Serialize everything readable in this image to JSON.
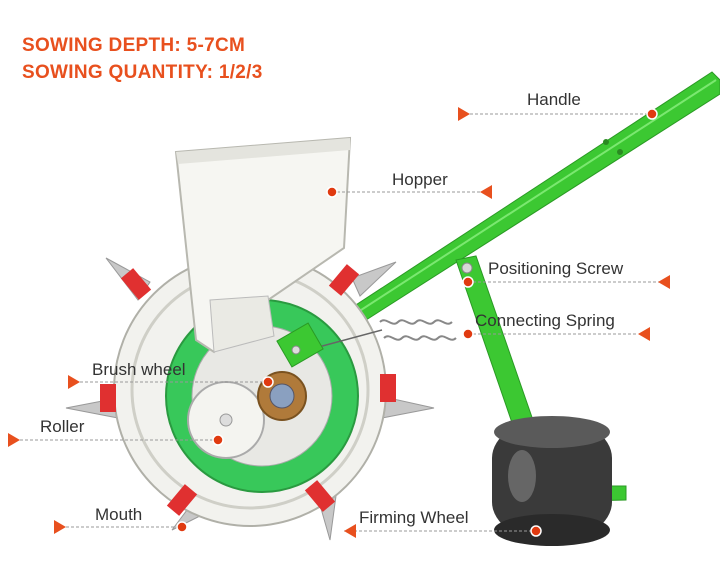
{
  "specs": {
    "sowing_depth": "SOWING DEPTH: 5-7CM",
    "sowing_quantity": "SOWING QUANTITY: 1/2/3"
  },
  "labels": {
    "handle": "Handle",
    "hopper": "Hopper",
    "positioning_screw": "Positioning Screw",
    "connecting_spring": "Connecting Spring",
    "brush_wheel": "Brush wheel",
    "roller": "Roller",
    "mouth": "Mouth",
    "firming_wheel": "Firming Wheel"
  },
  "colors": {
    "accent": "#e8501e",
    "frame_green": "#3cc832",
    "leader_line": "#999999",
    "body_white": "#f2f2ee"
  }
}
